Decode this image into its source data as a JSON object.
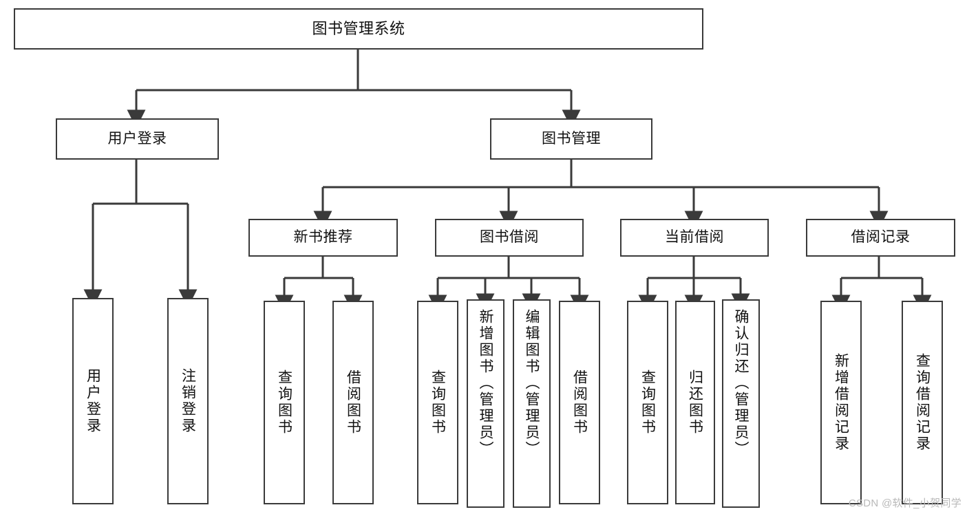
{
  "diagram": {
    "title": "图书管理系统",
    "type": "tree",
    "orientation": "top-down",
    "colors": {
      "background": "#ffffff",
      "node_fill": "#ffffff",
      "node_border": "#3a3a3a",
      "connector": "#3a3a3a",
      "text": "#111111",
      "watermark": "#b9b9b9"
    }
  },
  "watermark": {
    "text": "CSDN @软件_小贺同学"
  },
  "nodes": {
    "root": {
      "label": "图书管理系统"
    },
    "level1": [
      {
        "id": "user-login",
        "label": "用户登录"
      },
      {
        "id": "book-manage",
        "label": "图书管理"
      }
    ],
    "level2": [
      {
        "id": "new-book-rec",
        "label": "新书推荐"
      },
      {
        "id": "book-borrow",
        "label": "图书借阅"
      },
      {
        "id": "current-borrow",
        "label": "当前借阅"
      },
      {
        "id": "borrow-record",
        "label": "借阅记录"
      }
    ],
    "leaves": {
      "user_login": [
        {
          "id": "leaf-user-login",
          "label": "用户登录"
        },
        {
          "id": "leaf-logout-login",
          "label": "注销登录"
        }
      ],
      "new_book_rec": [
        {
          "id": "leaf-query-book-1",
          "label": "查询图书"
        },
        {
          "id": "leaf-borrow-book-1",
          "label": "借阅图书"
        }
      ],
      "book_borrow": [
        {
          "id": "leaf-query-book-2",
          "label": "查询图书"
        },
        {
          "id": "leaf-add-book-admin",
          "label": "新增图书（管理员）"
        },
        {
          "id": "leaf-edit-book-admin",
          "label": "编辑图书（管理员）"
        },
        {
          "id": "leaf-borrow-book-2",
          "label": "借阅图书"
        }
      ],
      "current_borrow": [
        {
          "id": "leaf-query-book-3",
          "label": "查询图书"
        },
        {
          "id": "leaf-return-book",
          "label": "归还图书"
        },
        {
          "id": "leaf-confirm-return-admin",
          "label": "确认归还（管理员）"
        }
      ],
      "borrow_record": [
        {
          "id": "leaf-add-borrow-record",
          "label": "新增借阅记录"
        },
        {
          "id": "leaf-query-borrow-record",
          "label": "查询借阅记录"
        }
      ]
    }
  },
  "edges": [
    {
      "from": "root",
      "to": "user-login"
    },
    {
      "from": "root",
      "to": "book-manage"
    },
    {
      "from": "user-login",
      "to": "leaf-user-login"
    },
    {
      "from": "user-login",
      "to": "leaf-logout-login"
    },
    {
      "from": "book-manage",
      "to": "new-book-rec"
    },
    {
      "from": "book-manage",
      "to": "book-borrow"
    },
    {
      "from": "book-manage",
      "to": "current-borrow"
    },
    {
      "from": "book-manage",
      "to": "borrow-record"
    },
    {
      "from": "new-book-rec",
      "to": "leaf-query-book-1"
    },
    {
      "from": "new-book-rec",
      "to": "leaf-borrow-book-1"
    },
    {
      "from": "book-borrow",
      "to": "leaf-query-book-2"
    },
    {
      "from": "book-borrow",
      "to": "leaf-add-book-admin"
    },
    {
      "from": "book-borrow",
      "to": "leaf-edit-book-admin"
    },
    {
      "from": "book-borrow",
      "to": "leaf-borrow-book-2"
    },
    {
      "from": "current-borrow",
      "to": "leaf-query-book-3"
    },
    {
      "from": "current-borrow",
      "to": "leaf-return-book"
    },
    {
      "from": "current-borrow",
      "to": "leaf-confirm-return-admin"
    },
    {
      "from": "borrow-record",
      "to": "leaf-add-borrow-record"
    },
    {
      "from": "borrow-record",
      "to": "leaf-query-borrow-record"
    }
  ]
}
